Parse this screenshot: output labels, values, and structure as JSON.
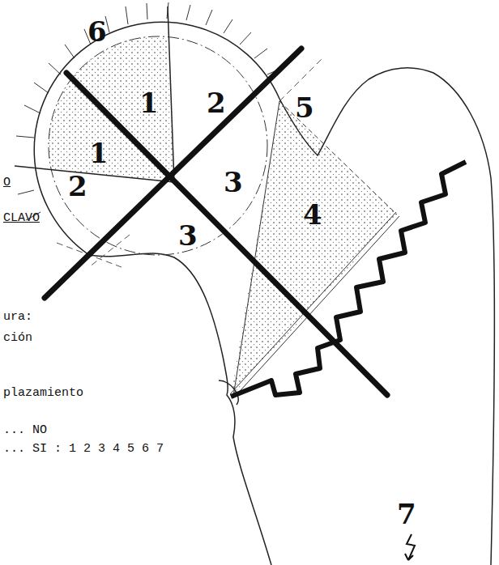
{
  "diagram": {
    "labels": [
      "6",
      "1",
      "2",
      "1",
      "3",
      "2",
      "5",
      "3",
      "4",
      "O",
      "CLAVO",
      "ura:",
      "ción",
      "plazamiento",
      "... NO",
      "... SI : 1 2 3 4 5 6 7",
      "7"
    ]
  }
}
